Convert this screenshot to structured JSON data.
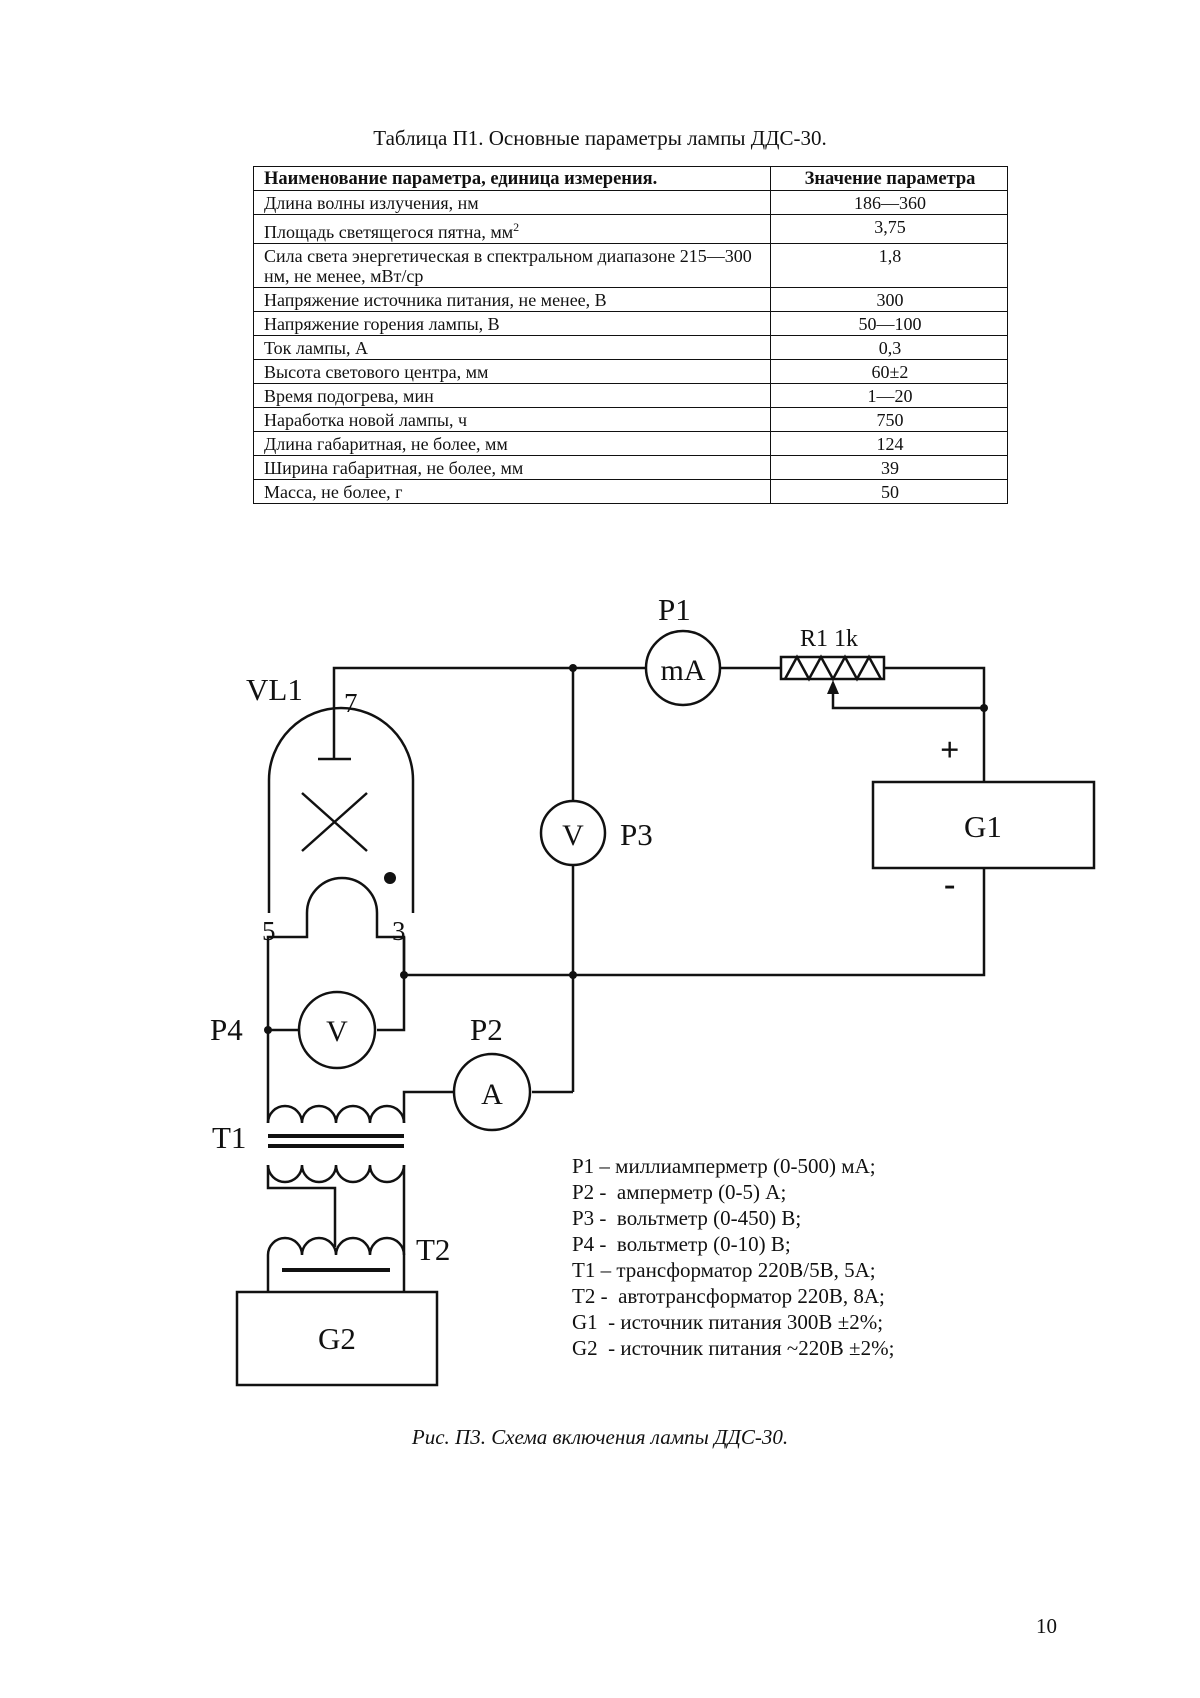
{
  "table": {
    "caption": "Таблица П1. Основные параметры лампы ДДС-30.",
    "headers": [
      "Наименование параметра, единица измерения.",
      "Значение параметра"
    ],
    "rows": [
      {
        "name": "Длина волны излучения, нм",
        "value": "186—360"
      },
      {
        "name": "Площадь светящегося пятна, мм",
        "sup": "2",
        "value": "3,75"
      },
      {
        "name": "Сила света энергетическая в спектральном диапазоне 215—300 нм, не менее, мВт/ср",
        "value": "1,8"
      },
      {
        "name": "Напряжение источника питания, не менее, В",
        "value": "300"
      },
      {
        "name": "Напряжение горения лампы, В",
        "value": "50—100"
      },
      {
        "name": "Ток лампы, А",
        "value": "0,3"
      },
      {
        "name": "Высота светового центра, мм",
        "value": "60±2"
      },
      {
        "name": "Время подогрева, мин",
        "value": "1—20"
      },
      {
        "name": "Наработка новой лампы, ч",
        "value": "750"
      },
      {
        "name": "Длина габаритная, не более, мм",
        "value": "124"
      },
      {
        "name": "Ширина габаритная, не более, мм",
        "value": "39"
      },
      {
        "name": "Масса, не более, г",
        "value": "50"
      }
    ]
  },
  "circuit": {
    "labels": {
      "vl1": "VL1",
      "pin7": "7",
      "pin5": "5",
      "pin3": "3",
      "p1": "P1",
      "p1_unit": "mA",
      "r1": "R1 1k",
      "plus": "+",
      "minus": "-",
      "g1": "G1",
      "p3": "P3",
      "p3_unit": "V",
      "p4": "P4",
      "p4_unit": "V",
      "p2": "P2",
      "p2_unit": "A",
      "t1": "T1",
      "t2": "T2",
      "g2": "G2"
    }
  },
  "legend": [
    "P1 – миллиамперметр (0-500) мА;",
    "P2 -  амперметр (0-5) А;",
    "P3 -  вольтметр (0-450) В;",
    "P4 -  вольтметр (0-10) В;",
    "T1 – трансформатор 220В/5В, 5А;",
    "T2 -  автотрансформатор 220В, 8А;",
    "G1  - источник питания 300В ±2%;",
    "G2  - источник питания ~220В ±2%;"
  ],
  "figure_caption": "Рис. П3. Схема включения лампы ДДС-30.",
  "page_number": "10"
}
